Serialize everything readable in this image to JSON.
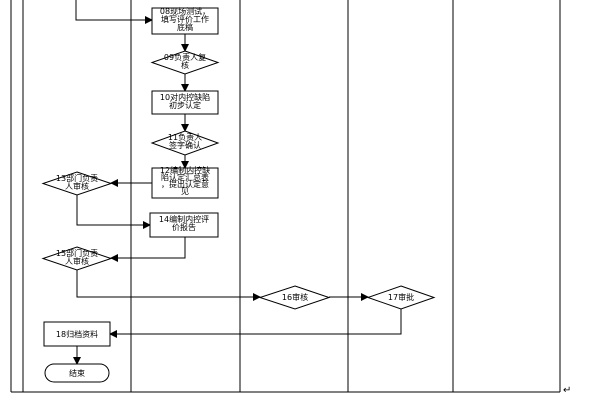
{
  "nodes": {
    "n08": {
      "lines": [
        "08现场测试，",
        "填写评价工作",
        "底稿"
      ]
    },
    "n09": {
      "lines": [
        "09负责人复",
        "核"
      ]
    },
    "n10": {
      "lines": [
        "10对内控缺陷",
        "初步认定"
      ]
    },
    "n11": {
      "lines": [
        "11负责人",
        "签字确认"
      ]
    },
    "n12": {
      "lines": [
        "12编制内控缺",
        "陷认定汇总表",
        "，提出认定意",
        "见"
      ]
    },
    "n13": {
      "lines": [
        "13部门负责",
        "人审核"
      ]
    },
    "n14": {
      "lines": [
        "14编制内控评",
        "价报告"
      ]
    },
    "n15": {
      "lines": [
        "15部门负责",
        "人审核"
      ]
    },
    "n16": {
      "lines": [
        "16审核"
      ]
    },
    "n17": {
      "lines": [
        "17审批"
      ]
    },
    "n18": {
      "lines": [
        "18归档资料"
      ]
    },
    "end": {
      "lines": [
        "结束"
      ]
    }
  },
  "mark": "↵"
}
